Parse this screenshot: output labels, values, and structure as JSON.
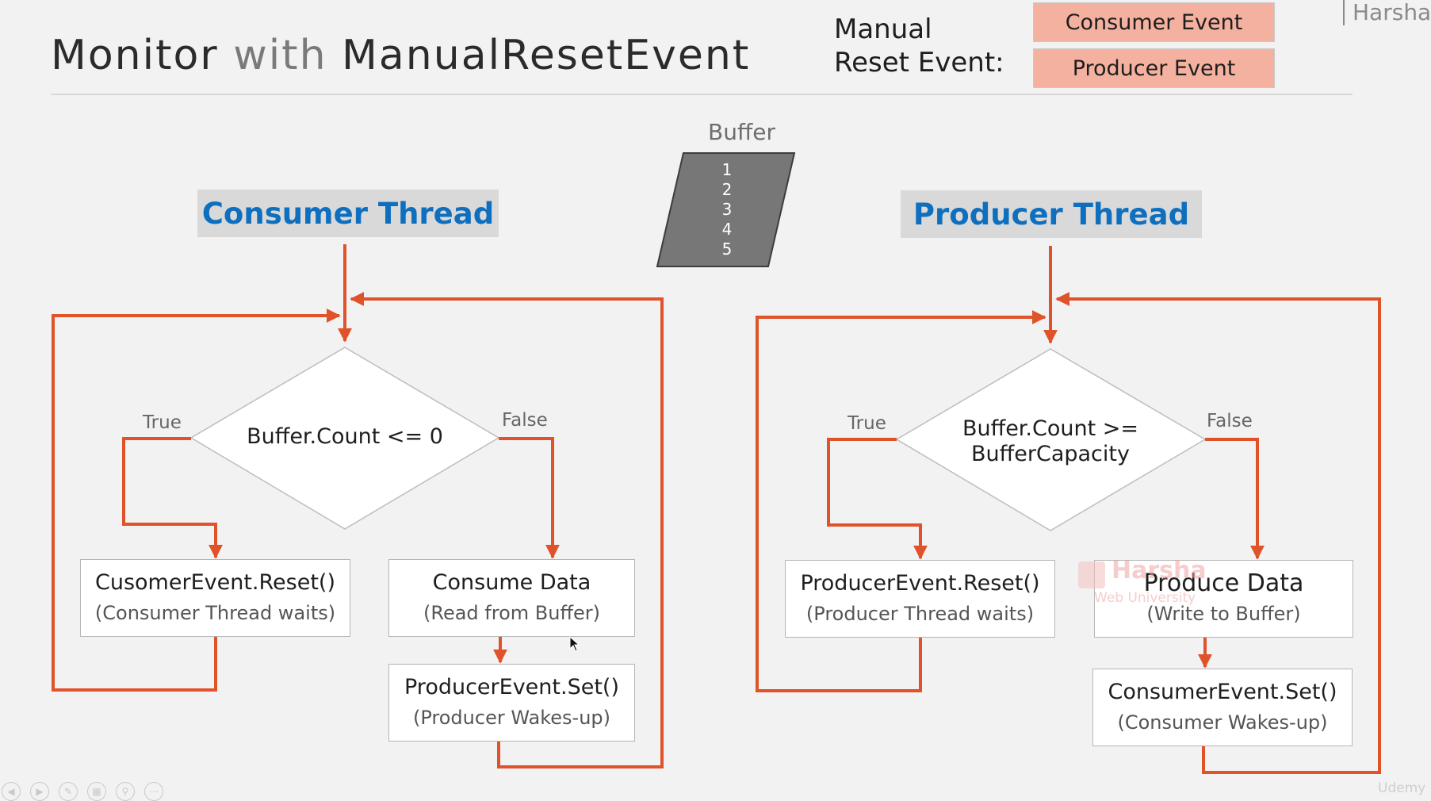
{
  "title": {
    "part1": "Monitor ",
    "part2": "with",
    "part3": " ManualResetEvent"
  },
  "manual_reset_event": {
    "label_line1": "Manual",
    "label_line2": "Reset Event:",
    "consumer_event": "Consumer Event",
    "producer_event": "Producer Event"
  },
  "presenter": "Harsha",
  "buffer": {
    "label": "Buffer",
    "items": [
      "1",
      "2",
      "3",
      "4",
      "5"
    ]
  },
  "consumer": {
    "title": "Consumer Thread",
    "condition": "Buffer.Count <= 0",
    "true_label": "True",
    "false_label": "False",
    "reset_main": "CusomerEvent.Reset()",
    "reset_sub": "(Consumer Thread waits)",
    "consume_main": "Consume Data",
    "consume_sub": "(Read from Buffer)",
    "set_main": "ProducerEvent.Set()",
    "set_sub": "(Producer Wakes-up)"
  },
  "producer": {
    "title": "Producer Thread",
    "condition_line1": "Buffer.Count >=",
    "condition_line2": "BufferCapacity",
    "true_label": "True",
    "false_label": "False",
    "reset_main": "ProducerEvent.Reset()",
    "reset_sub": "(Producer Thread waits)",
    "produce_main": "Produce Data",
    "produce_sub": "(Write to Buffer)",
    "set_main": "ConsumerEvent.Set()",
    "set_sub": "(Consumer Wakes-up)"
  },
  "watermark": {
    "line1": "Harsha",
    "line2": "Web University"
  },
  "brand": "Udemy",
  "colors": {
    "connector": "#e0522a",
    "title_blue": "#0f6fbf",
    "event_fill": "#f4b1a0",
    "buffer_fill": "#777777"
  }
}
